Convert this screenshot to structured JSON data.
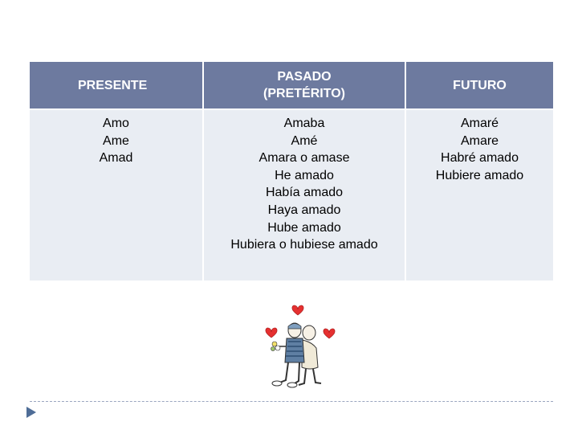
{
  "table": {
    "headers": [
      {
        "lines": [
          "PRESENTE"
        ]
      },
      {
        "lines": [
          "PASADO",
          "(PRETÉRITO)"
        ]
      },
      {
        "lines": [
          "FUTURO"
        ]
      }
    ],
    "columns": [
      [
        "Amo",
        "Ame",
        "Amad"
      ],
      [
        "Amaba",
        "Amé",
        "Amara o amase",
        "He amado",
        "Había amado",
        "Haya amado",
        "Hube amado",
        "Hubiera o hubiese amado"
      ],
      [
        "Amaré",
        "Amare",
        "Habré amado",
        "Hubiere amado"
      ]
    ]
  },
  "colors": {
    "header_bg": "#6d7a9f",
    "cell_bg": "#e9edf3",
    "accent_arrow": "#4f6d97"
  },
  "icons": [
    "heart-icon",
    "couple-illustration",
    "arrow-bullet-icon"
  ]
}
